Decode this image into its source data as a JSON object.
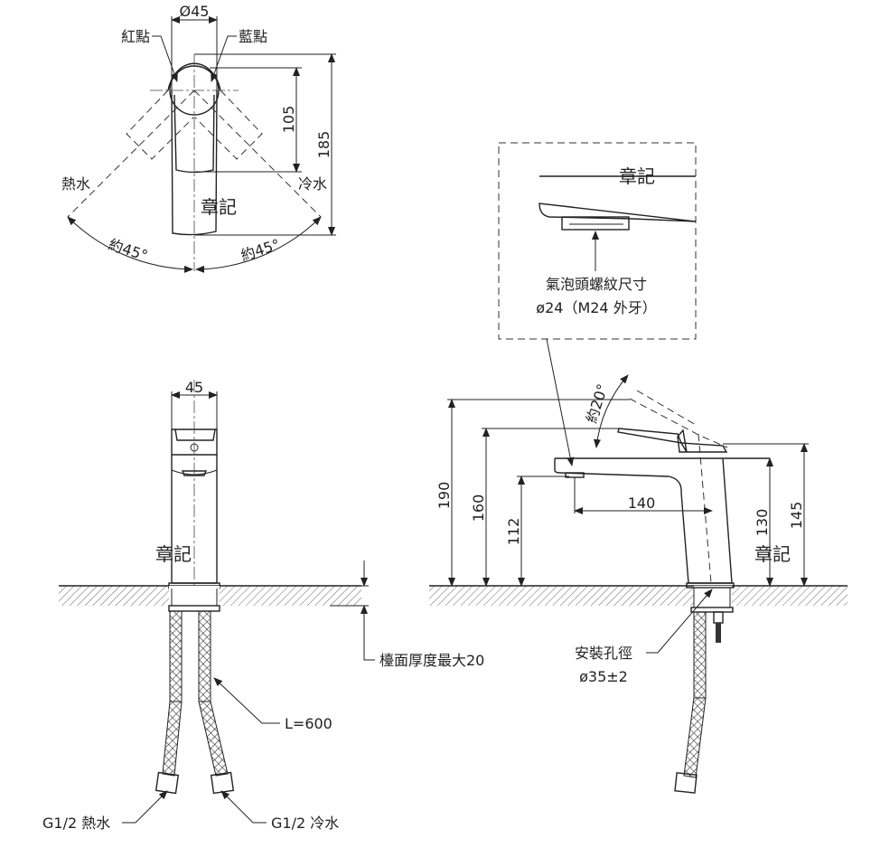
{
  "top_view": {
    "diameter": "Ø45",
    "red_dot": "紅點",
    "blue_dot": "藍點",
    "hot": "熱水",
    "cold": "冷水",
    "mark": "章記",
    "angle_left": "約45°",
    "angle_right": "約45°",
    "dim_105": "105",
    "dim_185": "185"
  },
  "front_view": {
    "width": "45",
    "mark": "章記",
    "counter_thickness": "檯面厚度最大20",
    "hose_length": "L=600",
    "hot_inlet": "G1/2 熱水",
    "cold_inlet": "G1/2 冷水"
  },
  "side_view": {
    "mark_detail": "章記",
    "aerator_label": "氣泡頭螺紋尺寸",
    "aerator_size": "ø24（M24 外牙）",
    "angle": "約20°",
    "dim_190": "190",
    "dim_160": "160",
    "dim_112": "112",
    "dim_140": "140",
    "dim_130": "130",
    "dim_145": "145",
    "mark": "章記",
    "hole_label": "安裝孔徑",
    "hole_size": "ø35±2"
  }
}
